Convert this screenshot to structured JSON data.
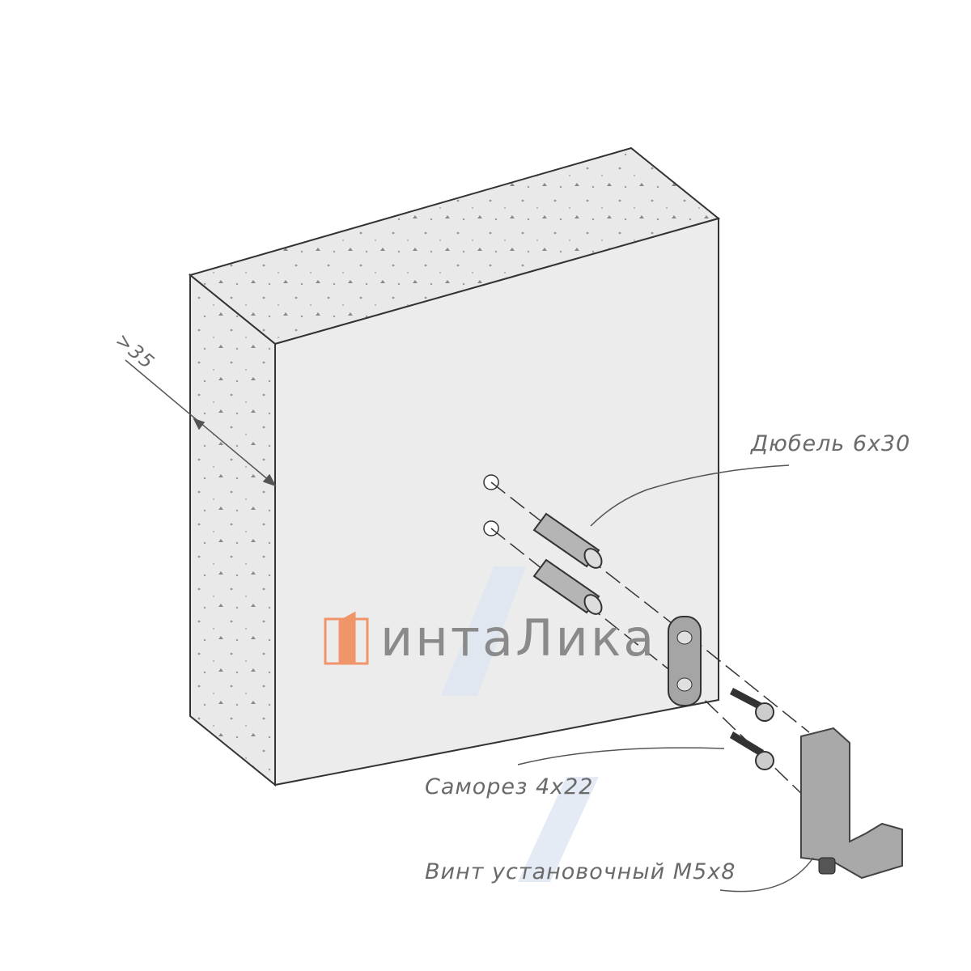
{
  "labels": {
    "dowel": "Дюбель 6х30",
    "screw": "Саморез 4х22",
    "set_screw": "Винт установочный М5х8",
    "thickness": ">35"
  },
  "logo": {
    "text": "интаЛика",
    "accent": "#f0956a"
  },
  "colors": {
    "line": "#444444",
    "surface": "#ececec",
    "part": "#a8a8a8"
  }
}
